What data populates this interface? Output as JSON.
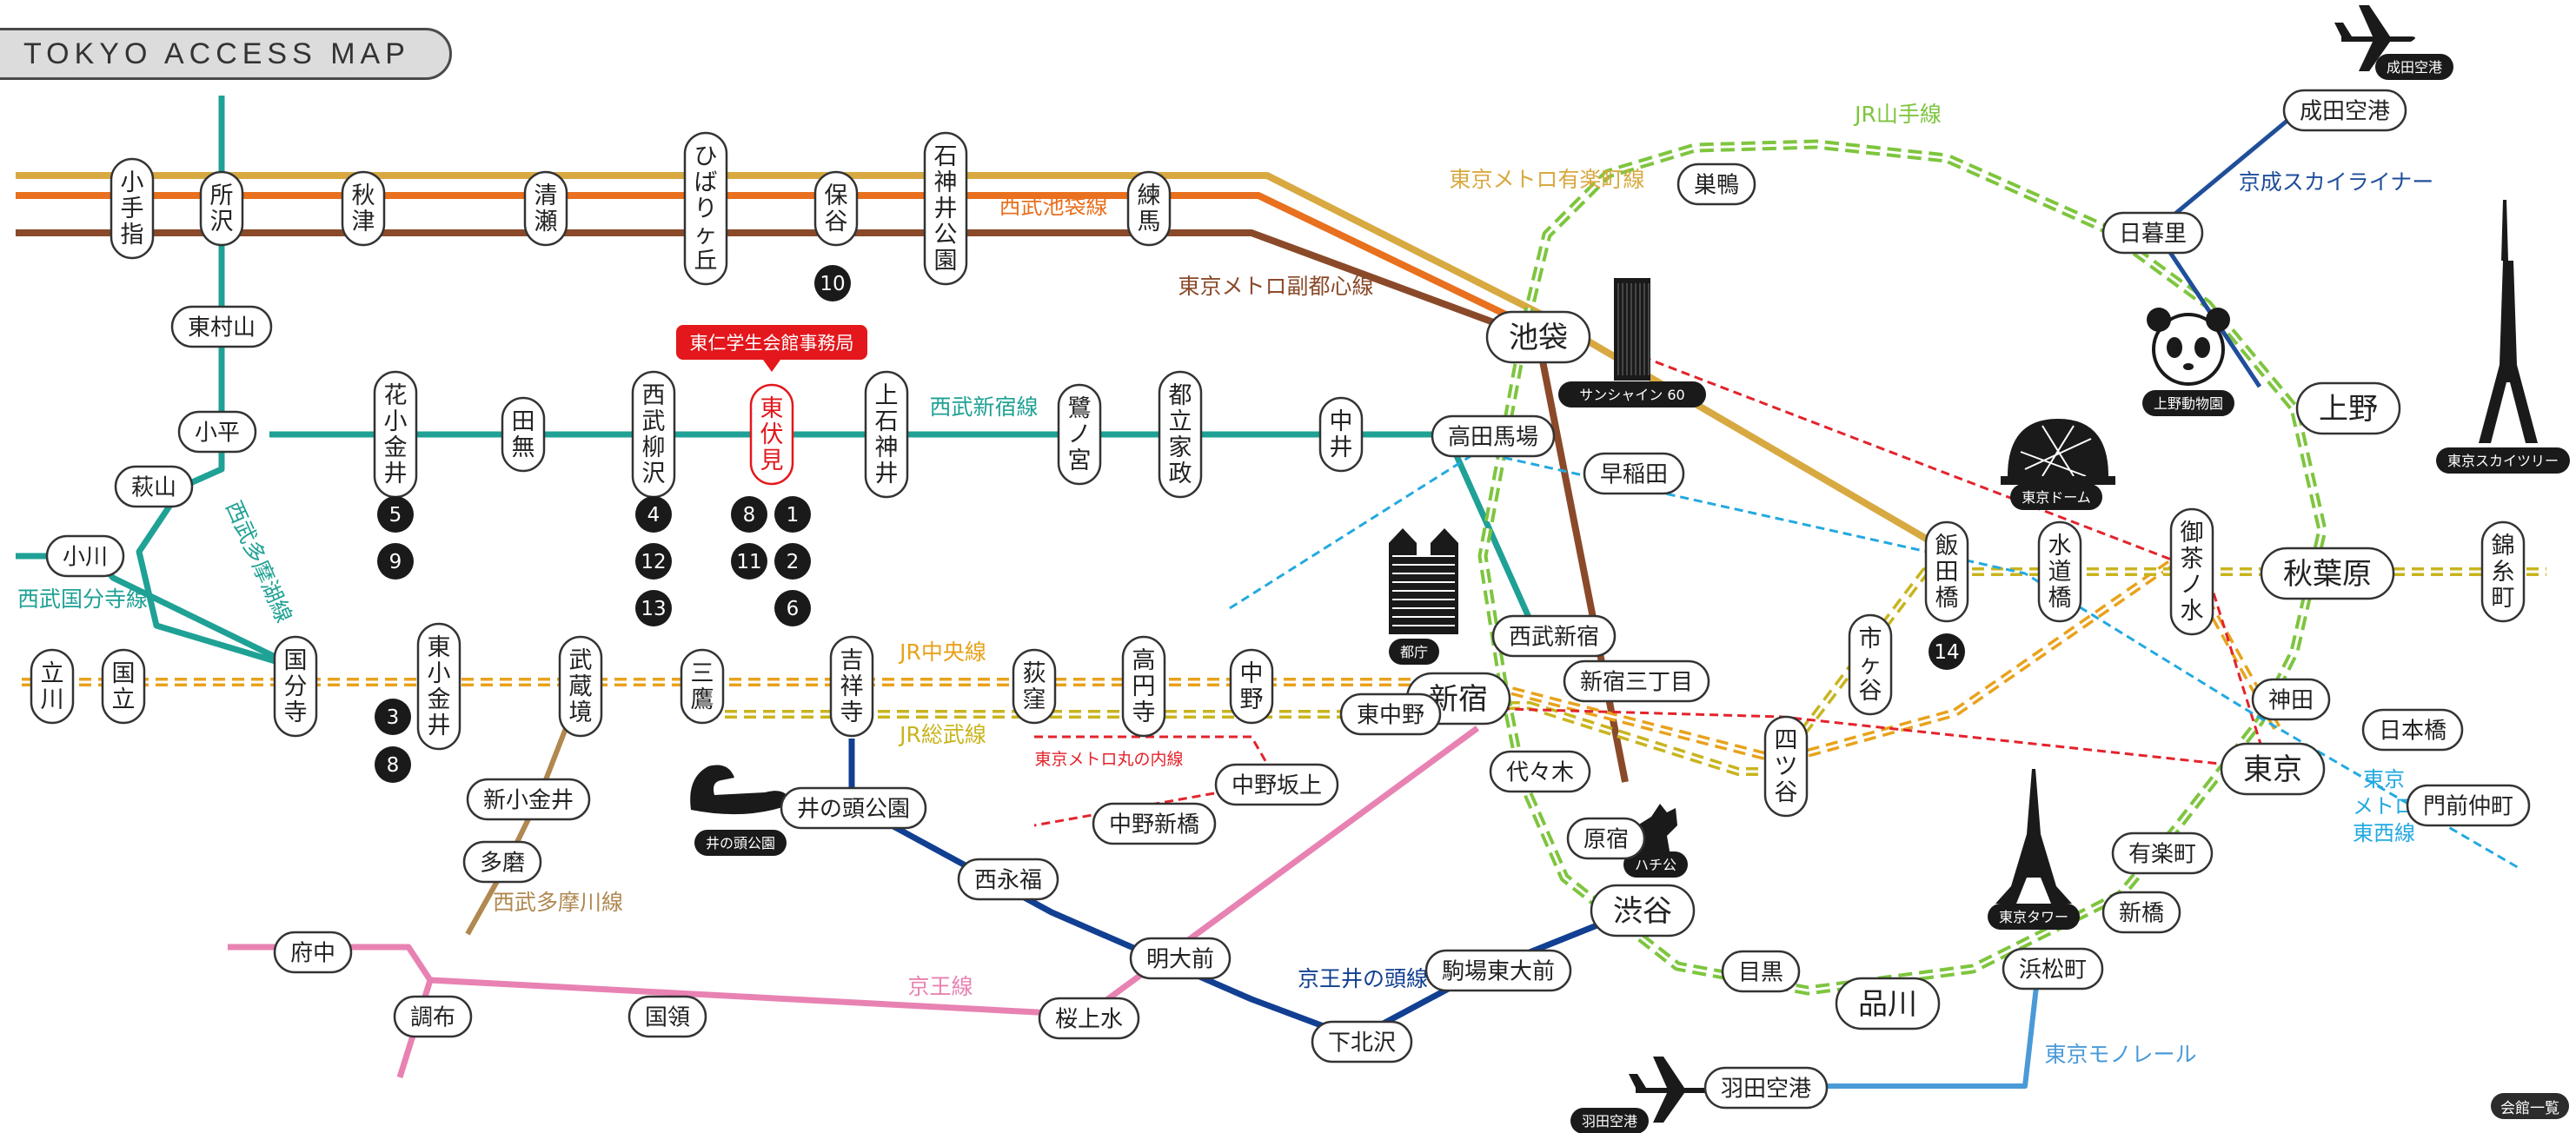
{
  "title": "TOKYO ACCESS MAP",
  "colors": {
    "yurakucho": "#d8a941",
    "ikebukuro": "#e8701e",
    "fukutoshin": "#8a4a2a",
    "shinjuku_seibu": "#1fa195",
    "tamako": "#1fa195",
    "kokubunji": "#1fa195",
    "chuo": "#e8a21c",
    "sobu": "#c8b41e",
    "yamanote": "#7ec53e",
    "marunouchi": "#e3232c",
    "inokashira": "#113f92",
    "keio": "#e882b2",
    "tamagawa": "#b08850",
    "tozai": "#23a9e0",
    "keisei": "#1f4e9a",
    "monorail": "#4a9ad8",
    "office": "#e3171c"
  },
  "line_labels": {
    "yurakucho": "東京メトロ有楽町線",
    "ikebukuro": "西武池袋線",
    "fukutoshin": "東京メトロ副都心線",
    "shinjuku_seibu": "西武新宿線",
    "tamako": "西武多摩湖線",
    "kokubunji": "西武国分寺線",
    "chuo": "JR中央線",
    "sobu": "JR総武線",
    "yamanote": "JR山手線",
    "marunouchi": "東京メトロ丸の内線",
    "inokashira": "京王井の頭線",
    "keio": "京王線",
    "tamagawa": "西武多摩川線",
    "tozai": "東京メトロ東西線",
    "keisei": "京成スカイライナー",
    "monorail": "東京モノレール"
  },
  "vertical_stations": [
    "小手指",
    "所沢",
    "秋津",
    "清瀬",
    "ひばりヶ丘",
    "保谷",
    "石神井公園",
    "練馬",
    "花小金井",
    "田無",
    "西武柳沢",
    "東伏見",
    "上石神井",
    "鷺ノ宮",
    "都立家政",
    "中井",
    "立川",
    "国立",
    "国分寺",
    "東小金井",
    "武蔵境",
    "三鷹",
    "吉祥寺",
    "荻窪",
    "高円寺",
    "中野",
    "飯田橋",
    "水道橋",
    "御茶ノ水",
    "錦糸町",
    "市ヶ谷",
    "四ツ谷"
  ],
  "horizontal_stations": [
    "東村山",
    "小平",
    "萩山",
    "小川",
    "池袋",
    "高田馬場",
    "早稲田",
    "西武新宿",
    "新宿三丁目",
    "新宿",
    "東中野",
    "中野坂上",
    "中野新橋",
    "代々木",
    "原宿",
    "渋谷",
    "井の頭公園",
    "西永福",
    "明大前",
    "新小金井",
    "多磨",
    "府中",
    "調布",
    "国領",
    "桜上水",
    "下北沢",
    "駒場東大前",
    "目黒",
    "品川",
    "浜松町",
    "羽田空港",
    "新橋",
    "有楽町",
    "東京",
    "神田",
    "日本橋",
    "門前仲町",
    "秋葉原",
    "上野",
    "日暮里",
    "巣鴨",
    "成田空港"
  ],
  "office_label": "東仁学生会館事務局",
  "markers": [
    "10",
    "5",
    "9",
    "4",
    "12",
    "13",
    "8",
    "11",
    "1",
    "2",
    "6",
    "3",
    "8",
    "14"
  ],
  "landmarks": {
    "sunshine": "サンシャイン 60",
    "tocho": "都庁",
    "dome": "東京ドーム",
    "zoo": "上野動物園",
    "skytree": "東京スカイツリー",
    "tower": "東京タワー",
    "hachiko": "ハチ公",
    "inokashira_park": "井の頭公園",
    "narita_airport": "成田空港",
    "haneda_airport": "羽田空港"
  },
  "tozai_label_lines": [
    "東京",
    "メトロ",
    "東西線"
  ],
  "footer_link": "会館一覧"
}
